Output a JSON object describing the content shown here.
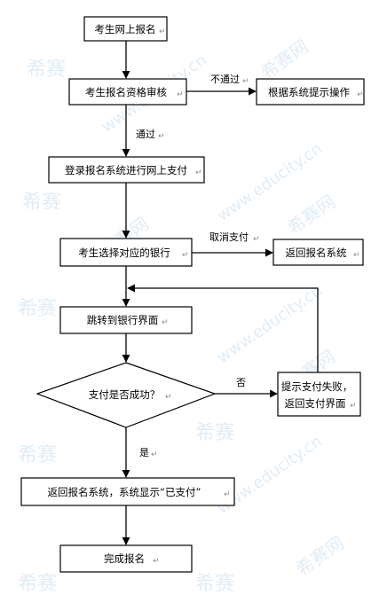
{
  "nodes": {
    "register_online": "考生网上报名",
    "qualification_review": "考生报名资格审核",
    "follow_system_prompt": "根据系统提示操作",
    "login_pay": "登录报名系统进行网上支付",
    "choose_bank": "考生选择对应的银行",
    "return_system": "返回报名系统",
    "jump_bank_page": "跳转到银行界面",
    "payment_success_q": "支付是否成功？",
    "payment_failed_line1": "提示支付失败，",
    "payment_failed_line2": "返回支付界面",
    "return_paid": "返回报名系统，系统显示“已支付”",
    "complete": "完成报名"
  },
  "edges": {
    "not_passed": "不通过",
    "passed": "通过",
    "cancel_payment": "取消支付",
    "no": "否",
    "yes": "是"
  },
  "watermark": {
    "brand": "希赛",
    "brand_net": "希赛网",
    "url": "www.educity.cn"
  },
  "colors": {
    "line": "#000000",
    "box_fill": "#ffffff",
    "watermark": "#bcd6ec"
  }
}
